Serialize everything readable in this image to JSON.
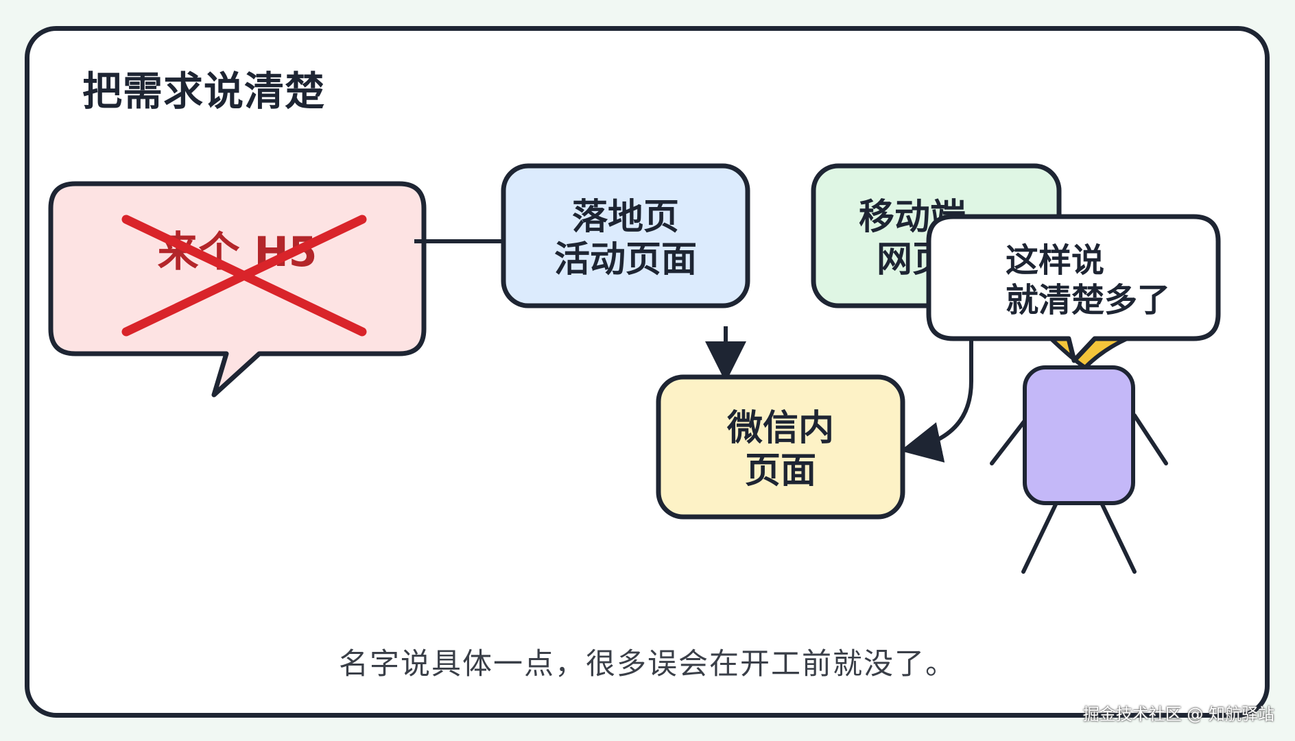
{
  "title": "把需求说清楚",
  "nodes": {
    "vague_request": {
      "text": "来个 H5",
      "fill": "#fde3e3",
      "strike_color": "#d9242a"
    },
    "landing": {
      "line1": "落地页",
      "line2": "活动页面",
      "fill": "#dcebfd"
    },
    "mobile_web": {
      "line1": "移动端",
      "line2": "网页",
      "fill": "#dff6e4"
    },
    "wechat": {
      "line1": "微信内",
      "line2": "页面",
      "fill": "#fdf2c6"
    }
  },
  "speech_bubble": {
    "line1": "这样说",
    "line2": "就清楚多了",
    "fill": "#ffffff"
  },
  "character": {
    "body_color": "#c4b8f8",
    "head_color": "#f5c53a"
  },
  "caption": "名字说具体一点，很多误会在开工前就没了。",
  "watermark": "掘金技术社区 @ 知航驿站",
  "colors": {
    "stroke": "#1e2533",
    "background": "#f1f8f3"
  }
}
